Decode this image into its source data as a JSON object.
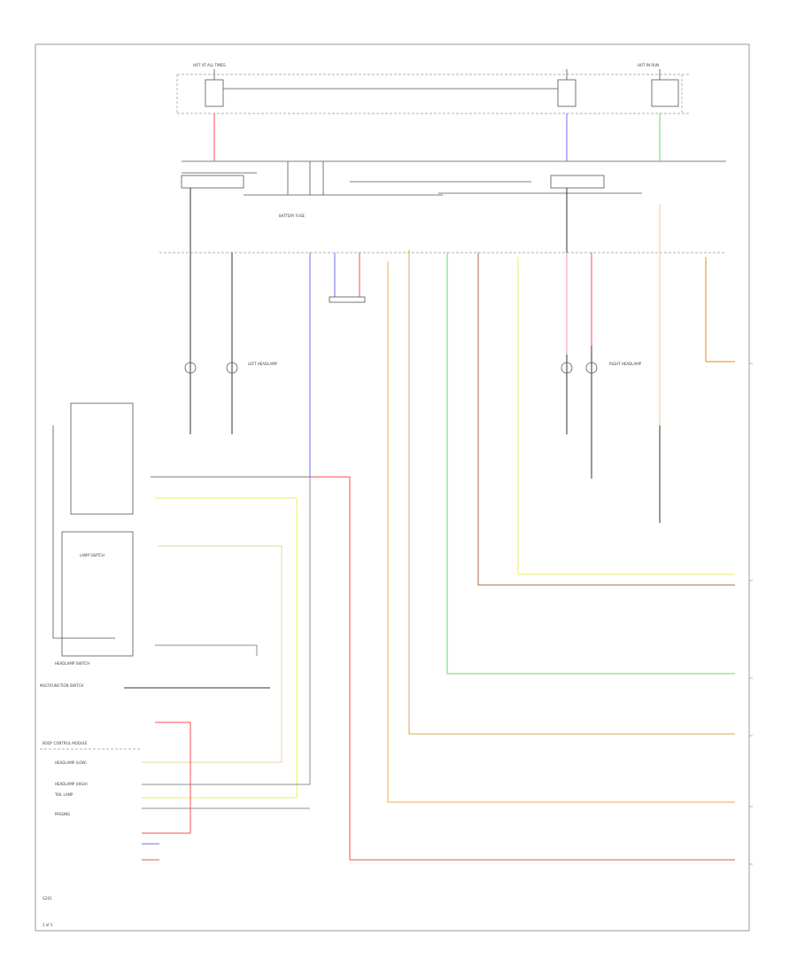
{
  "colors": {
    "frame": "#9a9a9a",
    "wire_black": "#333333",
    "wire_gray": "#8f8f8f",
    "wire_red": "#ff4d4d",
    "wire_pink": "#ff8fb0",
    "wire_blue": "#6d6dff",
    "wire_green": "#66dd66",
    "wire_yellow": "#eeee66",
    "wire_tan": "#e6d79a",
    "wire_orange": "#f5a94d",
    "wire_dark_orange": "#e68a1a",
    "wire_brown": "#a86b4d"
  },
  "labels": {
    "top_left_fuse": "HOT AT ALL TIMES",
    "top_right_fuse": "HOT IN RUN",
    "battery_fuse": "BATTERY FUSE",
    "left_headlamp": "LEFT HEADLAMP",
    "right_headlamp": "RIGHT HEADLAMP",
    "headlamp_switch": "HEADLAMP SWITCH",
    "multifunction_switch": "MULTIFUNCTION SWITCH",
    "lamp_switch": "LAMP SWITCH",
    "headlamp_low": "HEADLAMP (LOW)",
    "headlamp_high": "HEADLAMP (HIGH)",
    "passing": "PASSING",
    "tail_lamp": "TAIL LAMP",
    "ground": "G201",
    "bcm": "BODY CONTROL MODULE",
    "footer": "1 of 2"
  }
}
